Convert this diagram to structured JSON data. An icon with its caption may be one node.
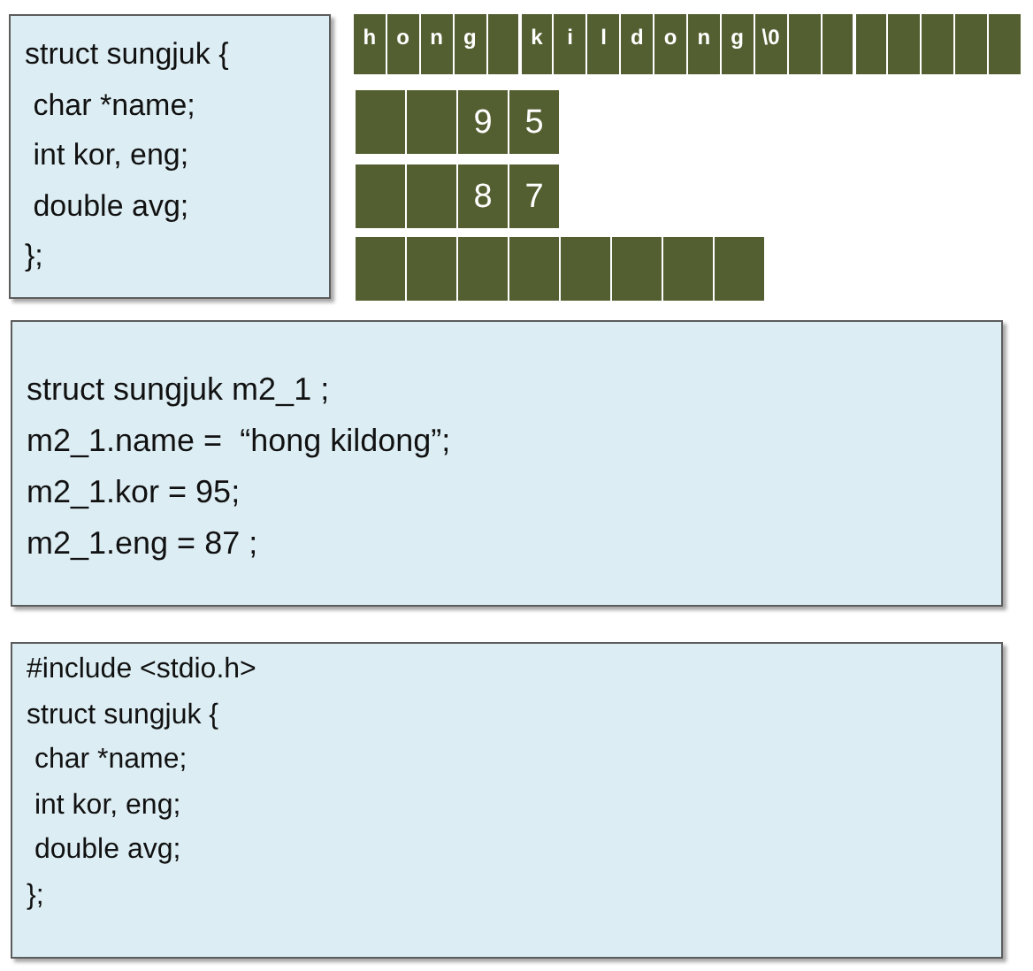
{
  "diagram": {
    "nodes": [
      {
        "text": [
          "struct sungjuk {",
          " char *name;",
          " int kor, eng;",
          " double avg;",
          "};"
        ]
      },
      {
        "text": [
          "h"
        ]
      },
      {
        "text": [
          "o"
        ]
      },
      {
        "text": [
          "n"
        ]
      },
      {
        "text": [
          "g"
        ]
      },
      {
        "text": [],
        "shape": "box"
      },
      {
        "text": [
          "k"
        ]
      },
      {
        "text": [
          "i"
        ]
      },
      {
        "text": [
          "l"
        ]
      },
      {
        "text": [
          "d"
        ]
      },
      {
        "text": [
          "o"
        ]
      },
      {
        "text": [
          "n"
        ]
      },
      {
        "text": [
          "g"
        ]
      },
      {
        "text": [
          "\\0"
        ]
      },
      {
        "text": [],
        "shape": "box"
      },
      {
        "text": [],
        "shape": "box"
      },
      {
        "text": [],
        "shape": "box"
      },
      {
        "text": [],
        "shape": "box"
      },
      {
        "text": [],
        "shape": "box"
      },
      {
        "text": [],
        "shape": "box"
      },
      {
        "text": [],
        "shape": "box"
      },
      {
        "text": [],
        "shape": "box"
      },
      {
        "text": [],
        "shape": "box"
      },
      {
        "text": [
          "9"
        ]
      },
      {
        "text": [
          "5"
        ]
      },
      {
        "text": [],
        "shape": "box"
      },
      {
        "text": [],
        "shape": "box"
      },
      {
        "text": [
          "8"
        ]
      },
      {
        "text": [
          "7"
        ]
      },
      {
        "text": [],
        "shape": "box"
      },
      {
        "text": [],
        "shape": "box"
      },
      {
        "text": [],
        "shape": "box"
      },
      {
        "text": [],
        "shape": "box"
      },
      {
        "text": [],
        "shape": "box"
      },
      {
        "text": [],
        "shape": "box"
      },
      {
        "text": [],
        "shape": "box"
      },
      {
        "text": [],
        "shape": "box"
      },
      {
        "text": [
          "struct sungjuk m2_1 ;",
          "m2_1.name =  “hong kildong”;",
          "m2_1.kor = 95;",
          "m2_1.eng = 87 ;"
        ]
      },
      {
        "text": [
          "#include <stdio.h>",
          "struct sungjuk {",
          " char *name;",
          " int kor, eng;",
          " double avg;",
          "};"
        ]
      }
    ]
  }
}
